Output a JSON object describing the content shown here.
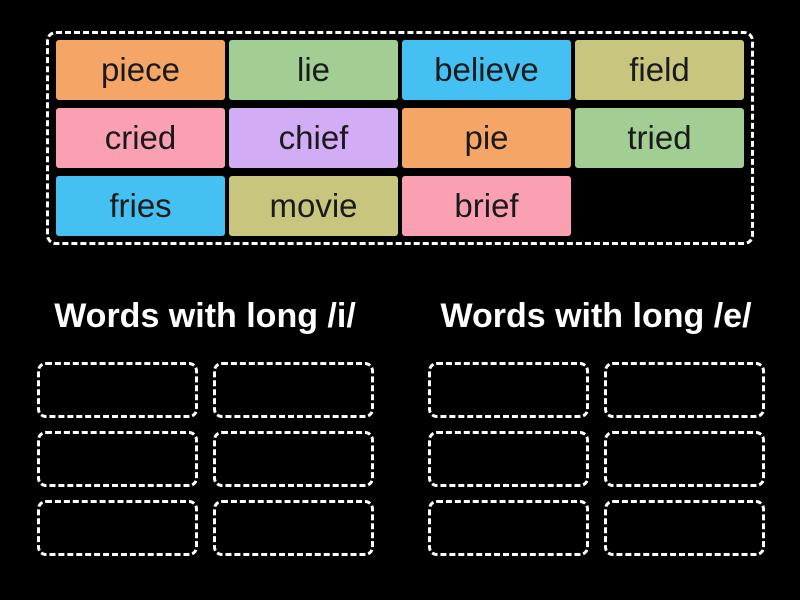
{
  "page": {
    "background_color": "#000000",
    "accent_border_color": "#ffffff",
    "tile_text_color": "#1a1a1a"
  },
  "board": {
    "tiles": [
      {
        "label": "piece",
        "color": "#F5A667"
      },
      {
        "label": "lie",
        "color": "#A2CE94"
      },
      {
        "label": "believe",
        "color": "#44C1F2"
      },
      {
        "label": "field",
        "color": "#C8C67E"
      },
      {
        "label": "cried",
        "color": "#FAA0B2"
      },
      {
        "label": "chief",
        "color": "#D2ACF4"
      },
      {
        "label": "pie",
        "color": "#F5A667"
      },
      {
        "label": "tried",
        "color": "#A2CE94"
      },
      {
        "label": "fries",
        "color": "#44C1F2"
      },
      {
        "label": "movie",
        "color": "#C8C67E"
      },
      {
        "label": "brief",
        "color": "#FAA0B2"
      }
    ]
  },
  "groups": [
    {
      "title": "Words with long /i/",
      "slot_count": 6
    },
    {
      "title": "Words with long /e/",
      "slot_count": 6
    }
  ]
}
